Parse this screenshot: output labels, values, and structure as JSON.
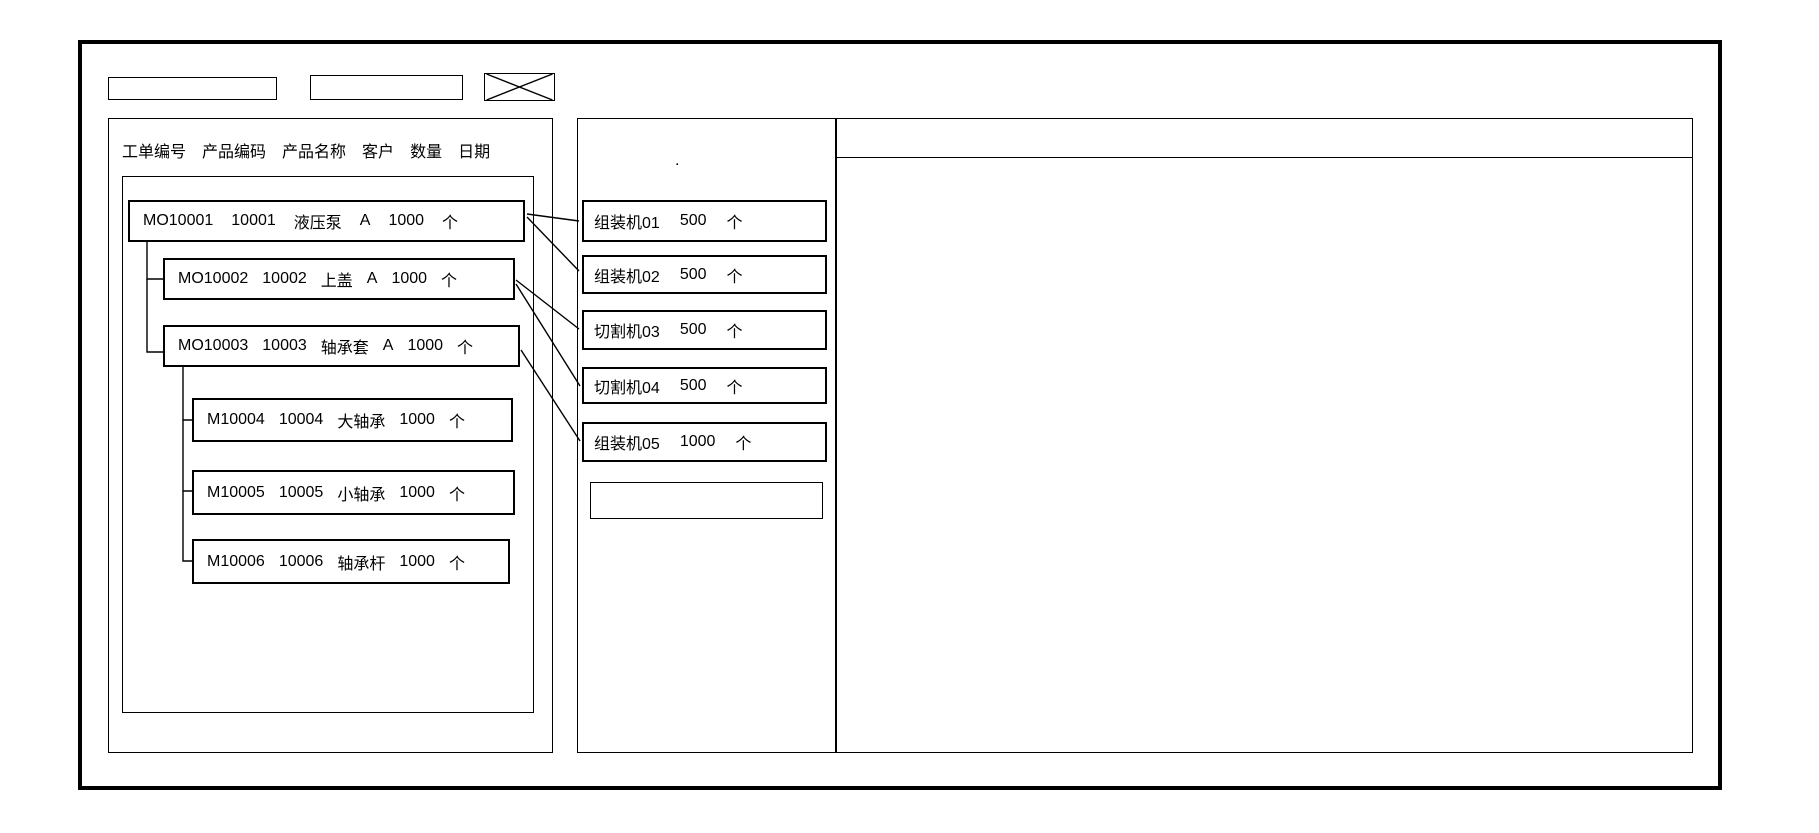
{
  "toolbar": {
    "field1": {
      "value": "",
      "placeholder": ""
    },
    "field2": {
      "value": "",
      "placeholder": ""
    }
  },
  "order_panel": {
    "columns": [
      "工单编号",
      "产品编码",
      "产品名称",
      "客户",
      "数量",
      "日期"
    ],
    "orders": [
      {
        "wo": "MO10001",
        "code": "10001",
        "product": "液压泵",
        "customer": "A",
        "qty": "1000",
        "unit": "个"
      },
      {
        "wo": "MO10002",
        "code": "10002",
        "product": "上盖",
        "customer": "A",
        "qty": "1000",
        "unit": "个"
      },
      {
        "wo": "MO10003",
        "code": "10003",
        "product": "轴承套",
        "customer": "A",
        "qty": "1000",
        "unit": "个"
      },
      {
        "wo": "M10004",
        "code": "10004",
        "product": "大轴承",
        "customer": "",
        "qty": "1000",
        "unit": "个"
      },
      {
        "wo": "M10005",
        "code": "10005",
        "product": "小轴承",
        "customer": "",
        "qty": "1000",
        "unit": "个"
      },
      {
        "wo": "M10006",
        "code": "10006",
        "product": "轴承杆",
        "customer": "",
        "qty": "1000",
        "unit": "个"
      }
    ]
  },
  "machine_panel": {
    "dot": ".",
    "machines": [
      {
        "name": "组装机01",
        "qty": "500",
        "unit": "个"
      },
      {
        "name": "组装机02",
        "qty": "500",
        "unit": "个"
      },
      {
        "name": "切割机03",
        "qty": "500",
        "unit": "个"
      },
      {
        "name": "切割机04",
        "qty": "500",
        "unit": "个"
      },
      {
        "name": "组装机05",
        "qty": "1000",
        "unit": "个"
      }
    ],
    "empty_slot": ""
  },
  "schedule_panel": {},
  "colors": {
    "line": "#000000",
    "background": "#ffffff"
  }
}
